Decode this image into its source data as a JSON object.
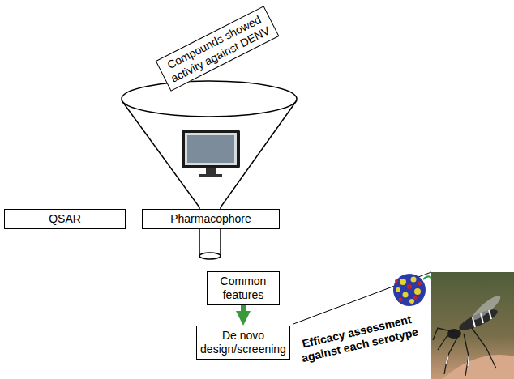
{
  "diagram": {
    "nodes": [
      {
        "text": [
          "Compounds showed activity against DENV"
        ]
      },
      {
        "text": [
          "QSAR"
        ]
      },
      {
        "text": [
          "Pharmacophore"
        ]
      },
      {
        "text": [
          "Common features"
        ]
      },
      {
        "text": [
          "De novo design/screening"
        ]
      }
    ],
    "edges": [
      {
        "from": 3,
        "to": 4,
        "arrow": "to"
      }
    ],
    "labels": [
      "Efficacy assessment against each serotype"
    ]
  }
}
